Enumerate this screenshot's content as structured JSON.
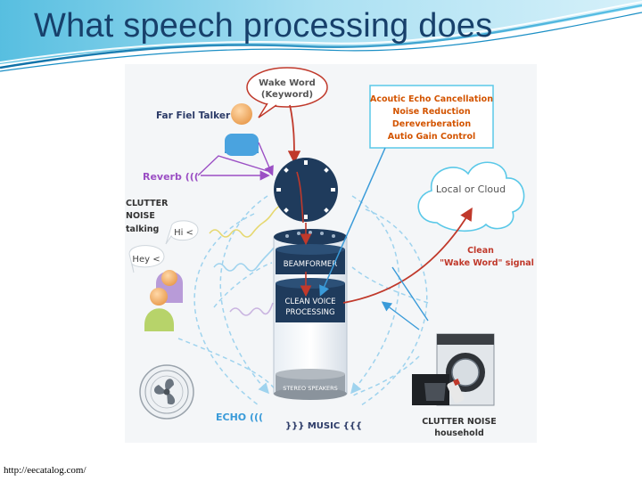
{
  "slide": {
    "title": "What speech processing does",
    "footer_url": "http://eecatalog.com/"
  },
  "diagram": {
    "wake_word_bubble": [
      "Wake Word",
      "(Keyword)"
    ],
    "far_field_talker": "Far Fiel Talker",
    "reverb": "Reverb (((",
    "clutter_noise_talking": [
      "CLUTTER",
      "NOISE",
      "talking"
    ],
    "hi_bubble": "Hi <",
    "hey_bubble": "Hey <",
    "processing_box": [
      "Acoutic Echo Cancellation",
      "Noise Reduction",
      "Dereverberation",
      "Autio Gain Control"
    ],
    "cloud": "Local or Cloud",
    "clean_signal": [
      "Clean",
      "\"Wake Word\" signal"
    ],
    "beamformer": "BEAMFORMER",
    "clean_voice_processing": [
      "CLEAN VOICE",
      "PROCESSING"
    ],
    "stereo_speakers": "STEREO SPEAKERS",
    "echo": "ECHO (((",
    "music": "}}} MUSIC {{{",
    "clutter_noise_household": [
      "CLUTTER NOISE",
      "household"
    ]
  },
  "colors": {
    "title": "#17406b",
    "navy_label": "#2b3a67",
    "reverb_purple": "#9b4fc4",
    "clean_red": "#c0392b",
    "box_orange": "#d35400",
    "echo_blue": "#3a9bd9",
    "cylinder_dark": "#1f3b5c"
  },
  "icons": [
    "person-icon",
    "fan-icon",
    "washing-machine-icon",
    "cloud-icon",
    "microphone-array-icon"
  ]
}
